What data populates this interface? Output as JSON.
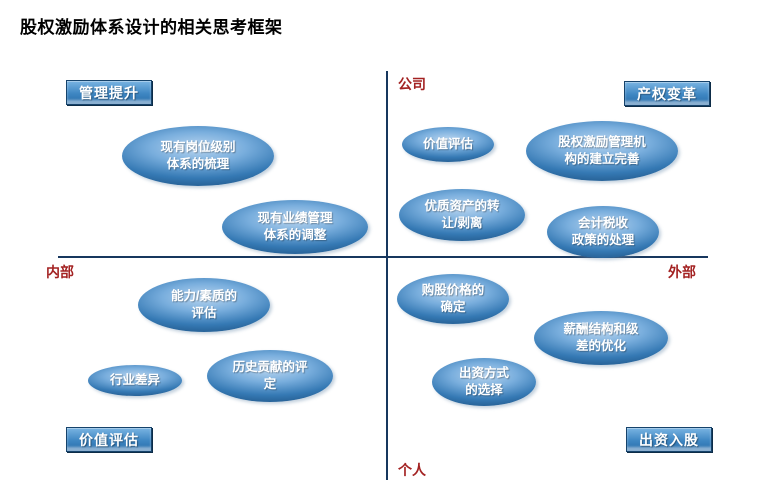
{
  "title": "股权激励体系设计的相关思考框架",
  "axis": {
    "top": "公司",
    "bottom": "个人",
    "left": "内部",
    "right": "外部"
  },
  "corners": {
    "top_left": "管理提升",
    "top_right": "产权变革",
    "bottom_left": "价值评估",
    "bottom_right": "出资入股"
  },
  "bubbles": [
    {
      "text": "现有岗位级别\n体系的梳理"
    },
    {
      "text": "现有业绩管理\n体系的调整"
    },
    {
      "text": "价值评估"
    },
    {
      "text": "股权激励管理机\n构的建立完善"
    },
    {
      "text": "优质资产的转\n让/剥离"
    },
    {
      "text": "会计税收\n政策的处理"
    },
    {
      "text": "能力/素质的\n评估"
    },
    {
      "text": "行业差异"
    },
    {
      "text": "历史贡献的评\n定"
    },
    {
      "text": "购股价格的\n确定"
    },
    {
      "text": "薪酬结构和级\n差的优化"
    },
    {
      "text": "出资方式\n的选择"
    }
  ],
  "colors": {
    "bubble_blue": "#3579B4",
    "corner_blue": "#2A6DA9",
    "axis_label_red": "#A32222",
    "axis_line_navy": "#17375E"
  }
}
